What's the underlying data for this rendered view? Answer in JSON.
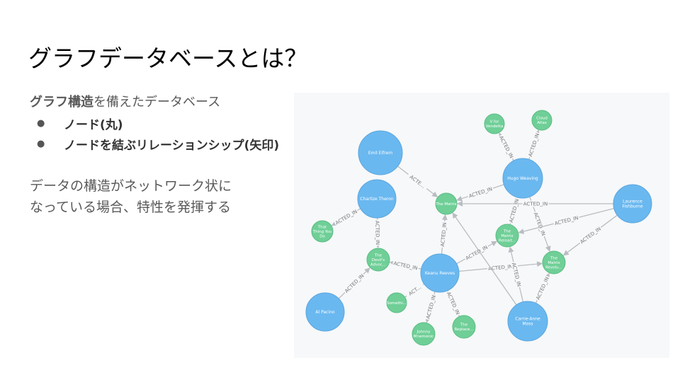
{
  "slide": {
    "title": "グラフデータベースとは？",
    "intro_bold": "グラフ構造",
    "intro_rest": "を備えたデータベース",
    "bullets": [
      {
        "text": "ノード(丸)"
      },
      {
        "text": "ノードを結ぶリレーションシップ(矢印)"
      }
    ],
    "desc_line1": "データの構造がネットワーク状に",
    "desc_line2": "なっている場合、特性を発揮する"
  },
  "graph": {
    "colors": {
      "person": "#6ab8f0",
      "movie": "#6fcf97",
      "edge": "#b9bdc2",
      "label": "#ffffff",
      "edge_label": "#777777"
    },
    "nodes": [
      {
        "id": "emil",
        "label": [
          "Emil Eifrem"
        ],
        "kind": "person"
      },
      {
        "id": "hugo",
        "label": [
          "Hugo Weaving"
        ],
        "kind": "person"
      },
      {
        "id": "charlize",
        "label": [
          "Charlize Theron"
        ],
        "kind": "person"
      },
      {
        "id": "laurence",
        "label": [
          "Laurence",
          "Fishburne"
        ],
        "kind": "person"
      },
      {
        "id": "keanu",
        "label": [
          "Keanu Reeves"
        ],
        "kind": "person"
      },
      {
        "id": "alpacino",
        "label": [
          "Al Pacino"
        ],
        "kind": "person"
      },
      {
        "id": "carrie",
        "label": [
          "Carrie-Anne",
          "Moss"
        ],
        "kind": "person"
      },
      {
        "id": "vforv",
        "label": [
          "V for",
          "Vendetta"
        ],
        "kind": "movie"
      },
      {
        "id": "cloud",
        "label": [
          "Cloud",
          "Atlas"
        ],
        "kind": "movie"
      },
      {
        "id": "matrix",
        "label": [
          "The Matrix"
        ],
        "kind": "movie"
      },
      {
        "id": "thatthing",
        "label": [
          "That",
          "Thing You",
          "Do"
        ],
        "kind": "movie"
      },
      {
        "id": "reloaded",
        "label": [
          "The",
          "Matrix",
          "Reload..."
        ],
        "kind": "movie"
      },
      {
        "id": "devils",
        "label": [
          "The",
          "Devil's",
          "Advoc..."
        ],
        "kind": "movie"
      },
      {
        "id": "revolutions",
        "label": [
          "The",
          "Matrix",
          "Revolu..."
        ],
        "kind": "movie"
      },
      {
        "id": "something",
        "label": [
          "Somethi..."
        ],
        "kind": "movie"
      },
      {
        "id": "johnny",
        "label": [
          "Johnny",
          "Mnemonic"
        ],
        "kind": "movie"
      },
      {
        "id": "replacements",
        "label": [
          "The",
          "Replace..."
        ],
        "kind": "movie"
      }
    ],
    "edges": [
      {
        "from": "hugo",
        "to": "vforv",
        "label": "ACTED_IN"
      },
      {
        "from": "hugo",
        "to": "cloud",
        "label": "ACTED_IN"
      },
      {
        "from": "hugo",
        "to": "matrix",
        "label": "ACTED_IN"
      },
      {
        "from": "hugo",
        "to": "reloaded",
        "label": "ACTED_IN"
      },
      {
        "from": "hugo",
        "to": "revolutions",
        "label": "ACTED_IN"
      },
      {
        "from": "emil",
        "to": "matrix",
        "label": "ACTE..."
      },
      {
        "from": "laurence",
        "to": "matrix",
        "label": "ACTED_IN"
      },
      {
        "from": "laurence",
        "to": "reloaded",
        "label": "ACTED_IN"
      },
      {
        "from": "laurence",
        "to": "revolutions",
        "label": "ACTED_IN"
      },
      {
        "from": "charlize",
        "to": "thatthing",
        "label": "ACTED_IN"
      },
      {
        "from": "charlize",
        "to": "devils",
        "label": "ACTED_IN"
      },
      {
        "from": "keanu",
        "to": "matrix",
        "label": "ACTED_IN"
      },
      {
        "from": "keanu",
        "to": "reloaded",
        "label": "ACTED_IN"
      },
      {
        "from": "keanu",
        "to": "revolutions",
        "label": "ACTED_IN"
      },
      {
        "from": "keanu",
        "to": "devils",
        "label": "ACTED_IN"
      },
      {
        "from": "keanu",
        "to": "something",
        "label": "ACT..."
      },
      {
        "from": "keanu",
        "to": "johnny",
        "label": "ACTED_IN"
      },
      {
        "from": "keanu",
        "to": "replacements",
        "label": "ACTED_IN"
      },
      {
        "from": "alpacino",
        "to": "devils",
        "label": "ACTED_IN"
      },
      {
        "from": "carrie",
        "to": "matrix",
        "label": ""
      },
      {
        "from": "carrie",
        "to": "reloaded",
        "label": "ACTED_IN"
      },
      {
        "from": "carrie",
        "to": "revolutions",
        "label": "ACTED_IN"
      }
    ]
  }
}
